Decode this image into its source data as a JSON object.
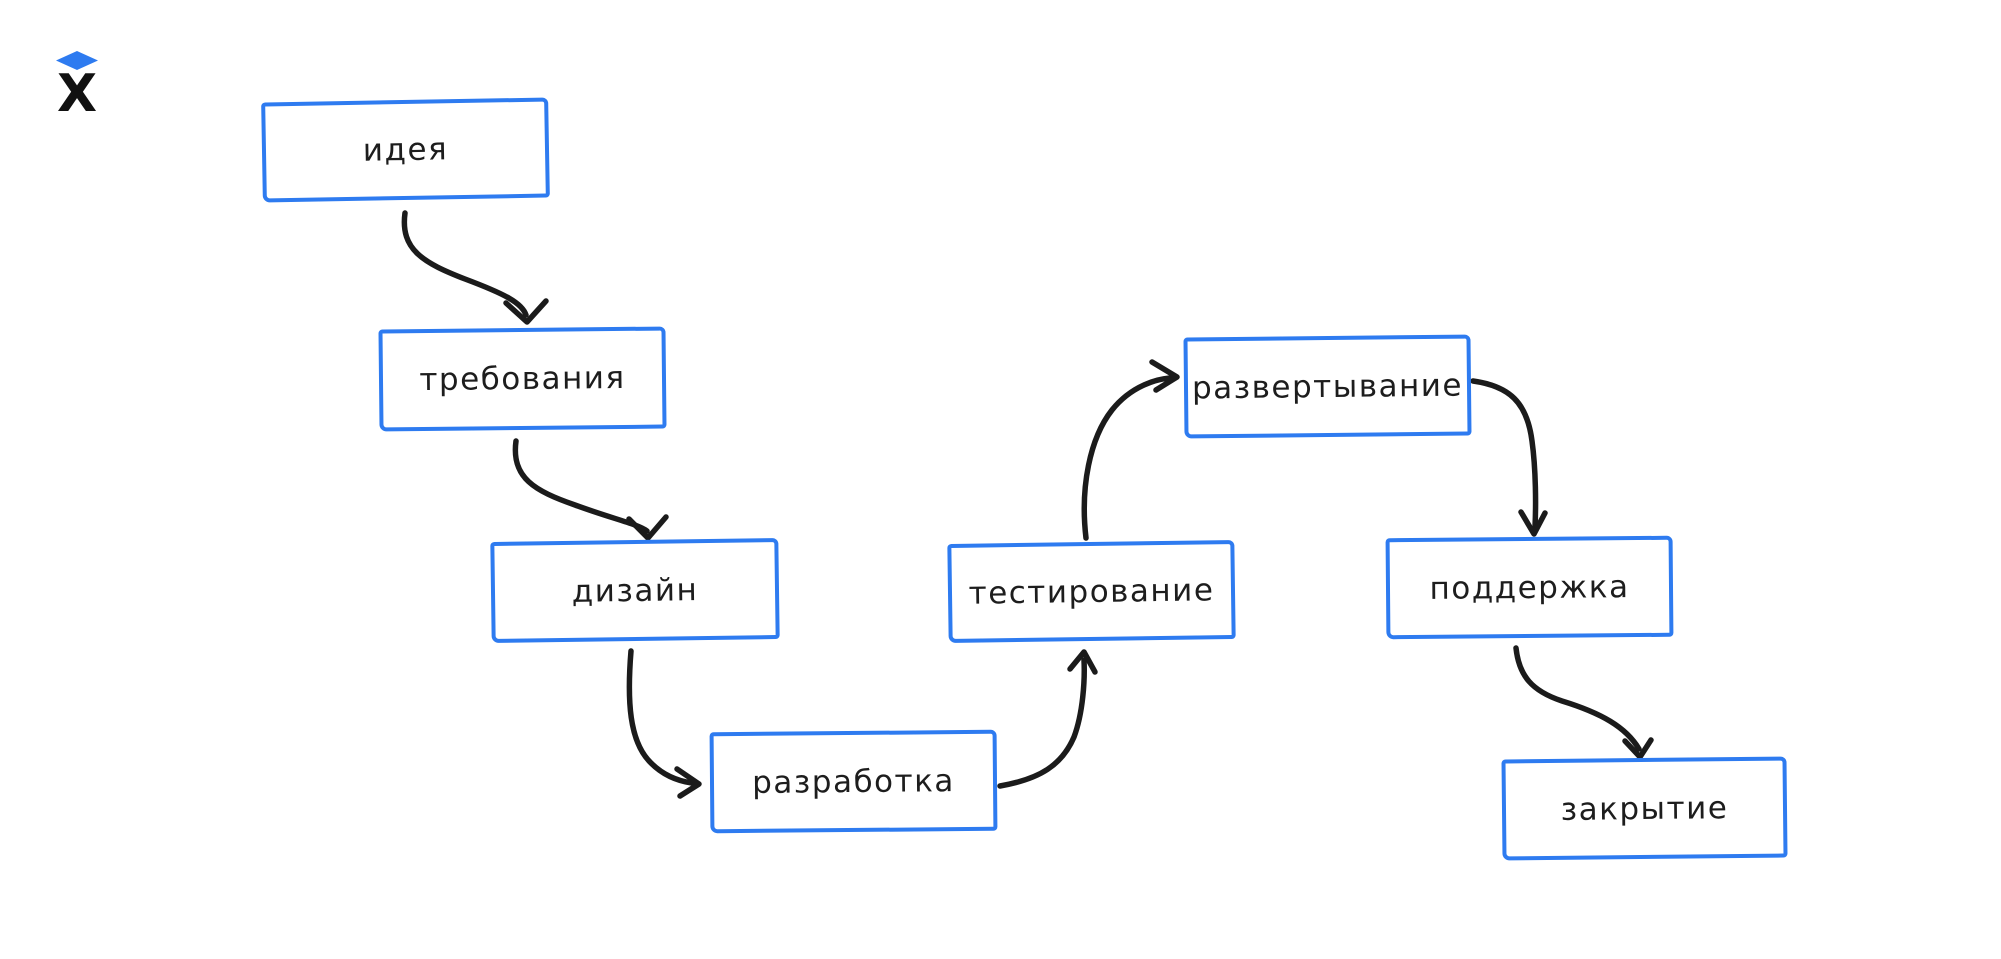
{
  "logo": {
    "glyph": "X",
    "diamond_color": "#2e7bf0",
    "x_color": "#111111"
  },
  "diagram": {
    "type": "flowchart",
    "language": "ru",
    "colors": {
      "node_border": "#2e7bf0",
      "node_fill": "#ffffff",
      "label": "#1d1d1d",
      "arrow": "#1b1b1b",
      "background": "#ffffff"
    },
    "nodes": [
      {
        "id": "idea",
        "label": "идея"
      },
      {
        "id": "requirements",
        "label": "требования"
      },
      {
        "id": "design",
        "label": "дизайн"
      },
      {
        "id": "development",
        "label": "разработка"
      },
      {
        "id": "testing",
        "label": "тестирование"
      },
      {
        "id": "deployment",
        "label": "развертывание"
      },
      {
        "id": "support",
        "label": "поддержка"
      },
      {
        "id": "closure",
        "label": "закрытие"
      }
    ],
    "edges": [
      {
        "from": "idea",
        "to": "requirements"
      },
      {
        "from": "requirements",
        "to": "design"
      },
      {
        "from": "design",
        "to": "development"
      },
      {
        "from": "development",
        "to": "testing"
      },
      {
        "from": "testing",
        "to": "deployment"
      },
      {
        "from": "deployment",
        "to": "support"
      },
      {
        "from": "support",
        "to": "closure"
      }
    ]
  }
}
